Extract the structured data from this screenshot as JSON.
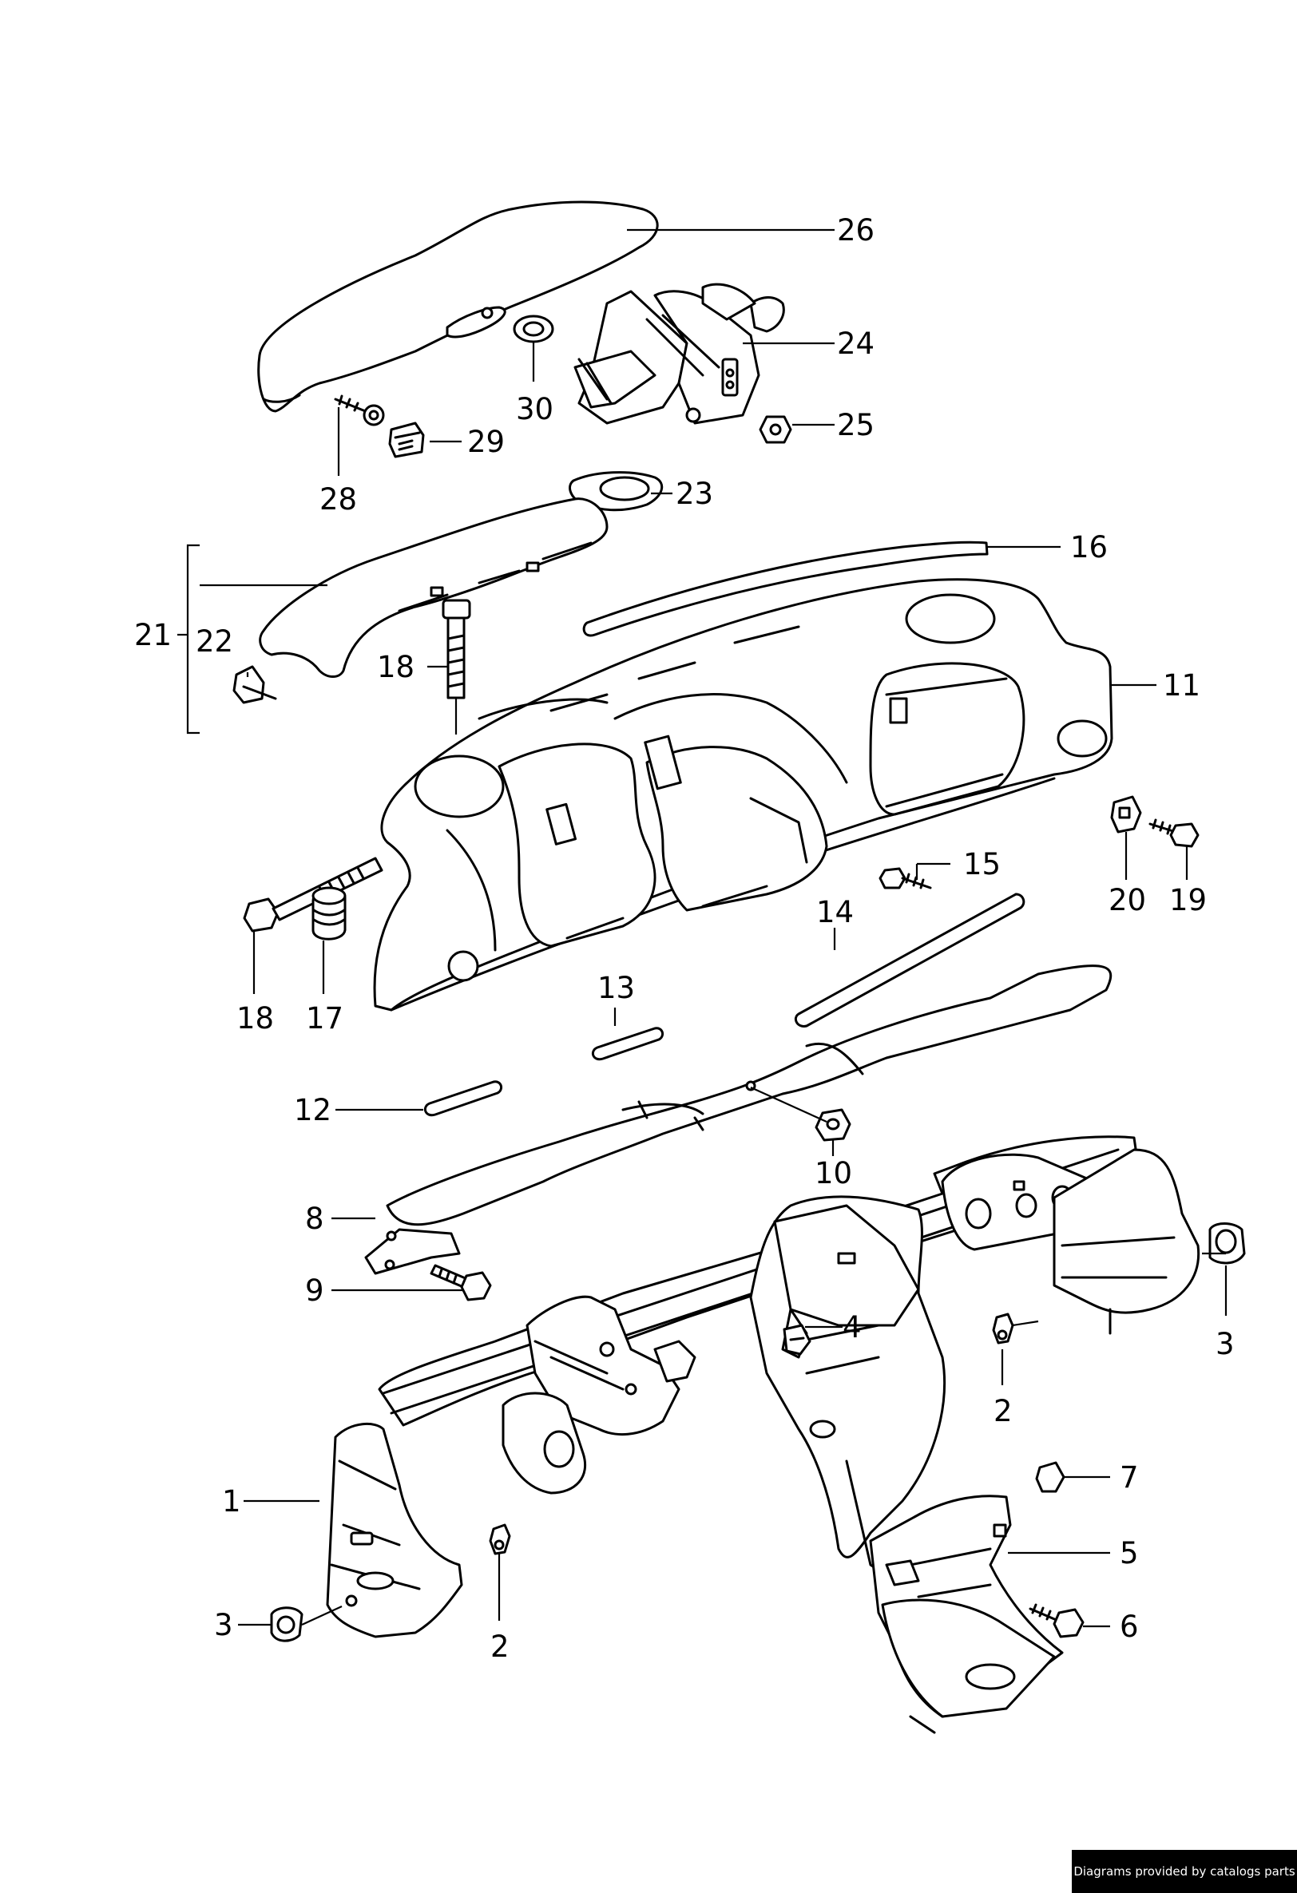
{
  "diagram": {
    "callouts": {
      "c1": "1",
      "c2a": "2",
      "c2b": "2",
      "c3a": "3",
      "c3b": "3",
      "c4": "4",
      "c5": "5",
      "c6": "6",
      "c7": "7",
      "c8": "8",
      "c9": "9",
      "c10": "10",
      "c11": "11",
      "c12": "12",
      "c13": "13",
      "c14": "14",
      "c15": "15",
      "c16": "16",
      "c17": "17",
      "c18a": "18",
      "c18b": "18",
      "c19": "19",
      "c20": "20",
      "c21": "21",
      "c22": "22",
      "c23": "23",
      "c24": "24",
      "c25": "25",
      "c26": "26",
      "c28": "28",
      "c29": "29",
      "c30": "30"
    }
  },
  "footer": {
    "credit": "Diagrams provided by catalogs parts"
  }
}
